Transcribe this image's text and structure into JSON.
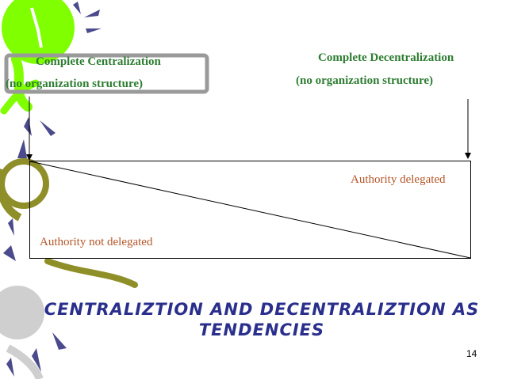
{
  "left": {
    "heading": "Complete Centralization",
    "subheading": "(no organization structure)"
  },
  "right": {
    "heading": "Complete Decentralization",
    "subheading": "(no organization structure)"
  },
  "diagram": {
    "upper_label": "Authority delegated",
    "lower_label": "Authority not delegated"
  },
  "title": {
    "line1": "CENTRALIZTION AND DECENTRALIZTION AS",
    "line2": "TENDENCIES"
  },
  "slide_number": "14",
  "colors": {
    "label_green": "#2e7d32",
    "diagram_text": "#b5562a",
    "title_blue": "#2a2f8c",
    "bulb_green": "#7fff00",
    "bulb_olive": "#8f8f2a",
    "bulb_gray": "#cfcfcf",
    "ray_blue": "#4a4a8c"
  }
}
